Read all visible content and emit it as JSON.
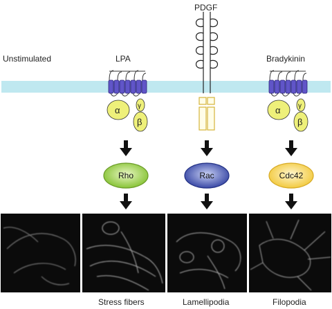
{
  "labels": {
    "pdgf": "PDGF",
    "unstimulated": "Unstimulated",
    "lpa": "LPA",
    "bradykinin": "Bradykinin"
  },
  "subunits": {
    "alpha": "α",
    "beta": "β",
    "gamma": "γ"
  },
  "gtpases": [
    {
      "name": "Rho",
      "color": "#9bd13a"
    },
    {
      "name": "Rac",
      "color": "#3a4fb0"
    },
    {
      "name": "Cdc42",
      "color": "#f6d24a"
    }
  ],
  "captions": [
    "Stress fibers",
    "Lamellipodia",
    "Filopodia"
  ],
  "colors": {
    "membrane": "#bfe8f0",
    "receptor": "#5b4fc0",
    "gprotein": "#eef07a",
    "arrow": "#111111"
  }
}
